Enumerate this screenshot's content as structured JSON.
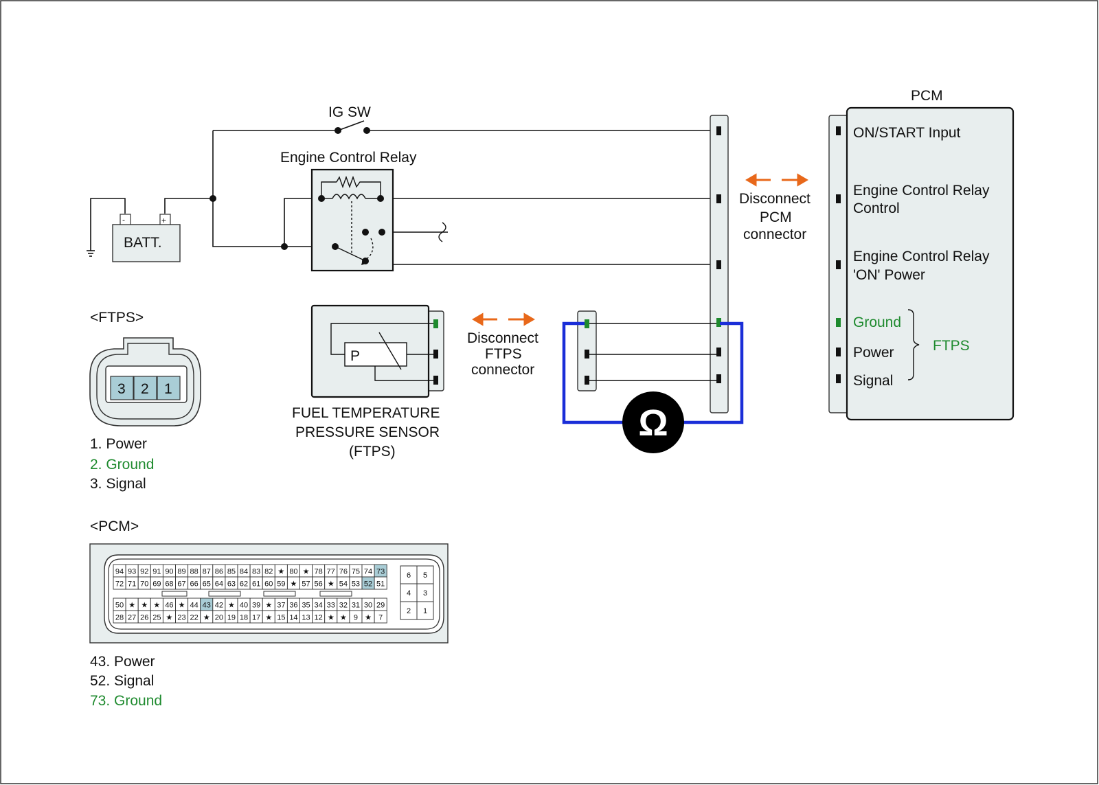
{
  "top_labels": {
    "ig_sw": "IG SW",
    "relay": "Engine Control Relay",
    "batt": "BATT.",
    "batt_minus": "-",
    "batt_plus": "+"
  },
  "pcm": {
    "title": "PCM",
    "pins": [
      "ON/START Input",
      "Engine Control Relay",
      "Control",
      "Engine Control Relay",
      "'ON' Power",
      "Ground",
      "Power",
      "Signal"
    ],
    "ftps_group": "FTPS"
  },
  "disconnect_pcm": [
    "Disconnect",
    "PCM",
    "connector"
  ],
  "disconnect_ftps": [
    "Disconnect",
    "FTPS",
    "connector"
  ],
  "sensor": {
    "p_label": "P",
    "caption": [
      "FUEL TEMPERATURE",
      "PRESSURE SENSOR",
      "(FTPS)"
    ]
  },
  "meter_symbol": "Ω",
  "ftps_connector": {
    "heading": "<FTPS>",
    "pins": [
      "3",
      "2",
      "1"
    ],
    "legend": [
      "1. Power",
      "2. Ground",
      "3. Signal"
    ]
  },
  "pcm_connector": {
    "heading": "<PCM>",
    "row1": [
      "94",
      "93",
      "92",
      "91",
      "90",
      "89",
      "88",
      "87",
      "86",
      "85",
      "84",
      "83",
      "82",
      "★",
      "80",
      "★",
      "78",
      "77",
      "76",
      "75",
      "74",
      "73"
    ],
    "row2": [
      "72",
      "71",
      "70",
      "69",
      "68",
      "67",
      "66",
      "65",
      "64",
      "63",
      "62",
      "61",
      "60",
      "59",
      "★",
      "57",
      "56",
      "★",
      "54",
      "53",
      "52",
      "51"
    ],
    "row3": [
      "50",
      "★",
      "★",
      "★",
      "46",
      "★",
      "44",
      "43",
      "42",
      "★",
      "40",
      "39",
      "★",
      "37",
      "36",
      "35",
      "34",
      "33",
      "32",
      "31",
      "30",
      "29"
    ],
    "row4": [
      "28",
      "27",
      "26",
      "25",
      "★",
      "23",
      "22",
      "★",
      "20",
      "19",
      "18",
      "17",
      "★",
      "15",
      "14",
      "13",
      "12",
      "★",
      "★",
      "9",
      "★",
      "7"
    ],
    "small_block": [
      "6",
      "5",
      "4",
      "3",
      "2",
      "1"
    ],
    "legend": [
      "43. Power",
      "52. Signal",
      "73. Ground"
    ]
  },
  "colors": {
    "ground_green": "#1e8a2e",
    "meter_lead_blue": "#1a2ed8",
    "arrow_orange": "#e8681a",
    "panel_fill": "#e8eeee",
    "highlight_pin": "#a9cdd6"
  }
}
